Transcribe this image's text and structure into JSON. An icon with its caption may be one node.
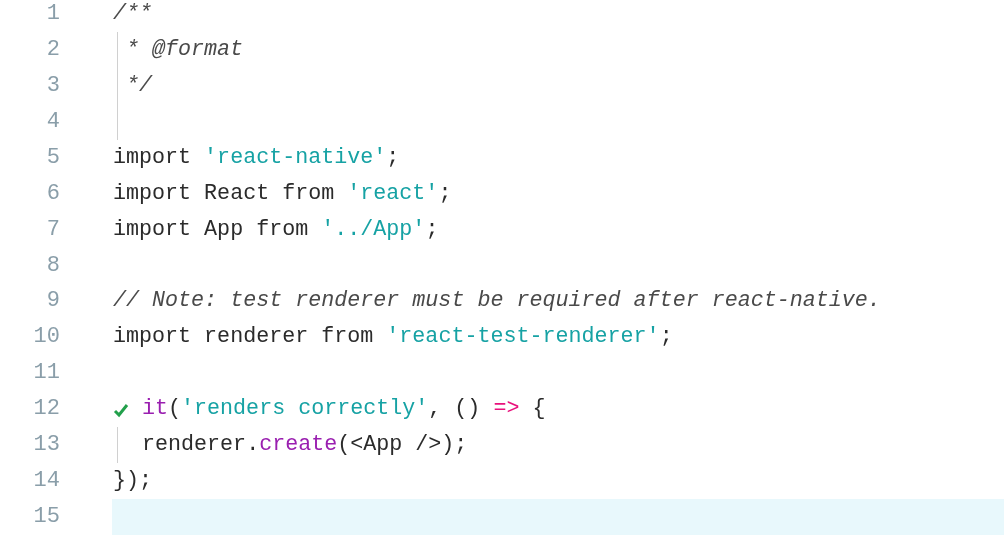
{
  "diagram": {
    "labels": [
      "1",
      "/**",
      "2",
      "* @format",
      "3",
      "*/",
      "4",
      "5",
      "import 'react-native';",
      "6",
      "import React from 'react';",
      "7",
      "import App from '../App';",
      "8",
      "9",
      "// Note: test renderer must be required after react-native.",
      "10",
      "import renderer from 'react-test-renderer';",
      "11",
      "12",
      "it('renders correctly', () => {",
      "13",
      "renderer.create(<App />);",
      "14",
      "});",
      "15"
    ]
  }
}
